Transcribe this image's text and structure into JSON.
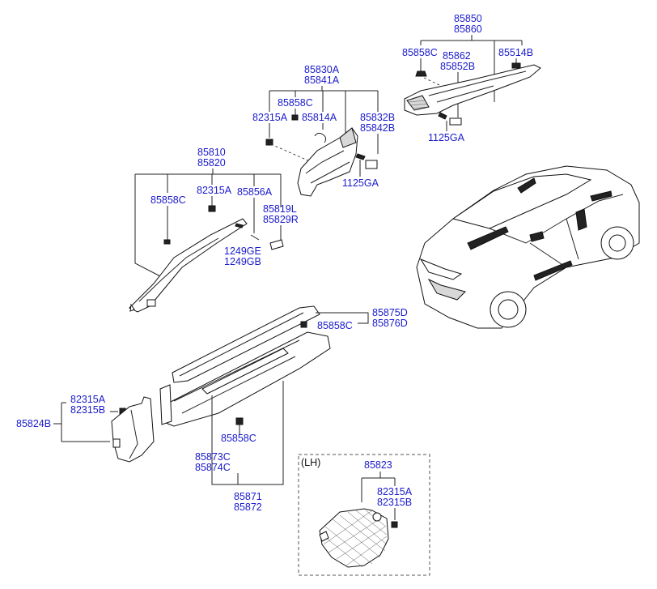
{
  "labels": {
    "p85850": "85850",
    "p85860": "85860",
    "p85858C_top": "85858C",
    "p85862": "85862",
    "p85852B": "85852B",
    "p85514B": "85514B",
    "p1125GA_top": "1125GA",
    "p85830A": "85830A",
    "p85841A": "85841A",
    "p85858C_mid": "85858C",
    "p82315A_mid": "82315A",
    "p85814A": "85814A",
    "p85832B": "85832B",
    "p85842B": "85842B",
    "p1125GA_mid": "1125GA",
    "p85810": "85810",
    "p85820": "85820",
    "p82315A_left": "82315A",
    "p85858C_left": "85858C",
    "p85856A": "85856A",
    "p85819L": "85819L",
    "p85829R": "85829R",
    "p1249GE": "1249GE",
    "p1249GB": "1249GB",
    "p85875D": "85875D",
    "p85876D": "85876D",
    "p85858C_sill": "85858C",
    "p82315A_kick": "82315A",
    "p82315B_kick": "82315B",
    "p85824B": "85824B",
    "p85858C_low": "85858C",
    "p85873C": "85873C",
    "p85874C": "85874C",
    "p85871": "85871",
    "p85872": "85872",
    "lh_tag": "(LH)",
    "p85823": "85823",
    "p82315A_lh": "82315A",
    "p82315B_lh": "82315B"
  }
}
